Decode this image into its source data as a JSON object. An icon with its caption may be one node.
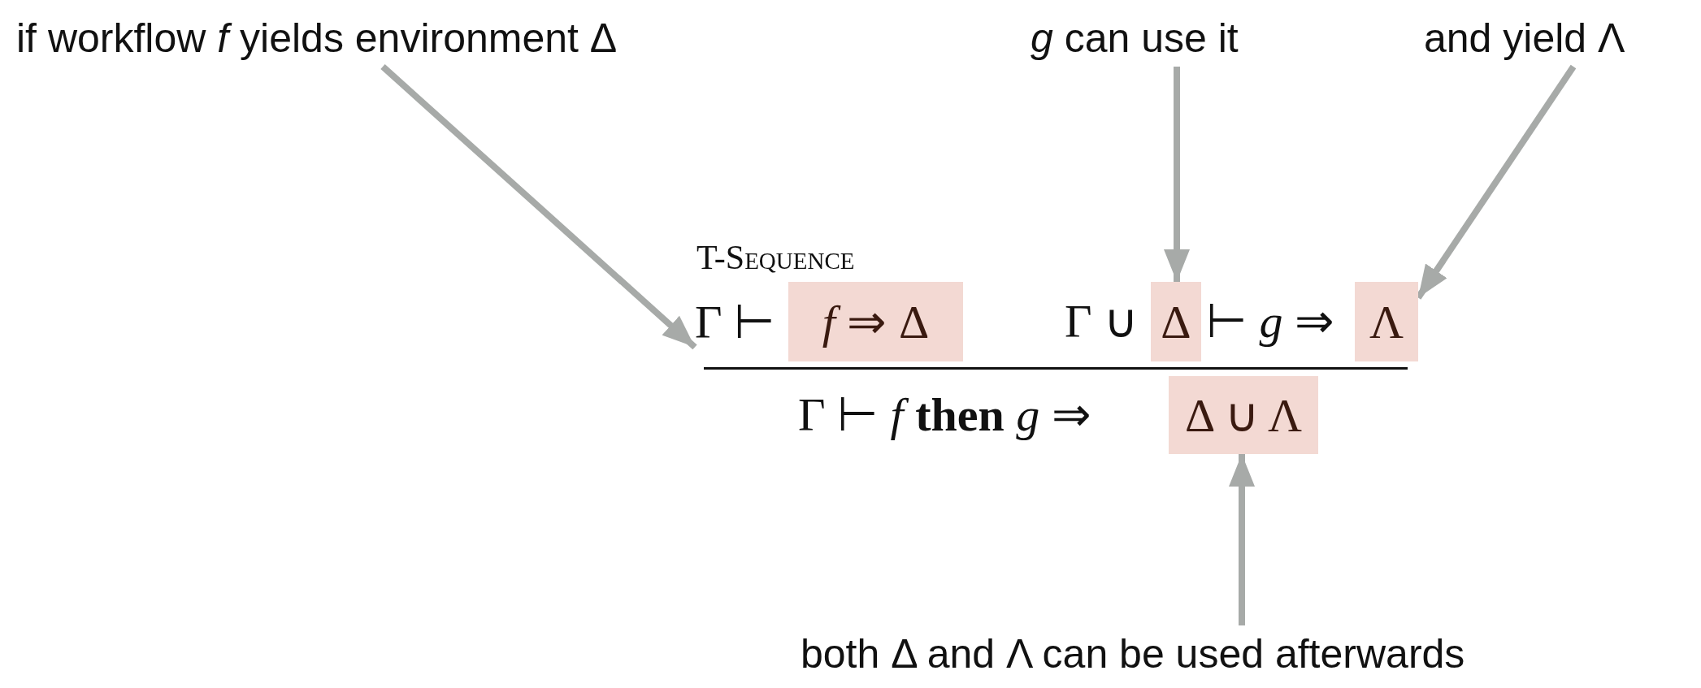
{
  "diagram": {
    "nodes": [
      {
        "text": [
          "if workflow *f* yields environment Δ"
        ]
      },
      {
        "text": [
          "*g* can use it"
        ]
      },
      {
        "text": [
          "and yield Λ"
        ]
      },
      {
        "text": [
          "Γ ⊢"
        ]
      },
      {
        "text": [
          "*f* ⇒ Δ"
        ],
        "in": 3
      },
      {
        "text": [
          "Δ"
        ]
      },
      {
        "text": [
          "Λ"
        ]
      },
      {
        "text": [
          "Δ ∪ Λ"
        ]
      },
      {
        "text": [
          "both Δ and Λ can be used afterwards"
        ]
      }
    ],
    "edges": [
      {
        "from": 0,
        "to": 3,
        "arrow": "to"
      },
      {
        "from": 1,
        "to": 5,
        "arrow": "to"
      },
      {
        "from": 2,
        "to": 6,
        "arrow": "to"
      },
      {
        "from": 8,
        "to": 7,
        "arrow": "to"
      }
    ],
    "labels": [
      "T-Sequence",
      "Γ ∪",
      "⊢ *g* ⇒",
      "Γ ⊢ *f* **then** *g* ⇒"
    ]
  }
}
